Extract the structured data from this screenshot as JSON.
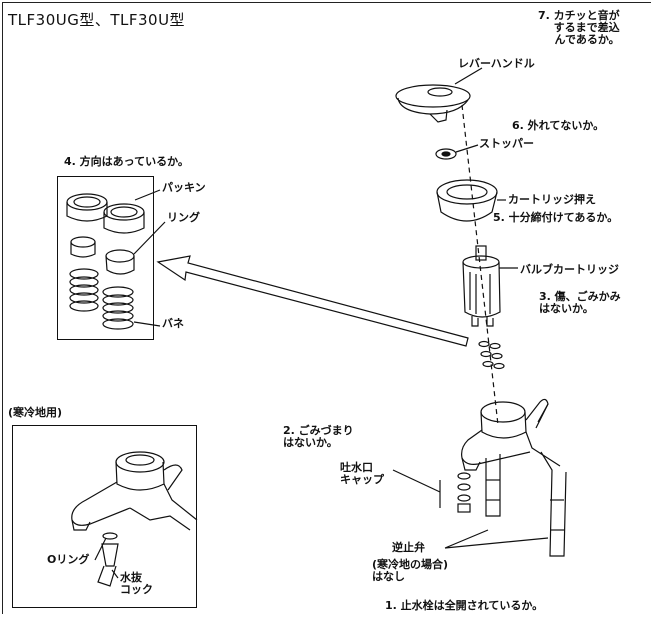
{
  "title": "TLF30UG型、TLF30U型",
  "labels": {
    "lever_handle": "レバーハンドル",
    "stopper": "ストッパー",
    "cartridge_holder": "カートリッジ押え",
    "valve_cartridge": "バルブカートリッジ",
    "packing": "パッキン",
    "ring": "リング",
    "spring": "バネ",
    "spout_cap": "吐水口\nキャップ",
    "check_valve": "逆止弁",
    "check_valve_note": "(寒冷地の場合)\nはなし",
    "o_ring": "Oリング",
    "drain_cock": "水抜\nコック",
    "cold_region": "(寒冷地用)"
  },
  "checks": {
    "c1": "1. 止水栓は全開されているか。",
    "c2": "2. ごみづまり\nはないか。",
    "c3": "3. 傷、ごみかみ\nはないか。",
    "c4": "4. 方向はあっているか。",
    "c5": "5. 十分締付けてあるか。",
    "c6": "6. 外れてないか。",
    "c7": "7. カチッと音が\nするまで差込\nんであるか。"
  }
}
